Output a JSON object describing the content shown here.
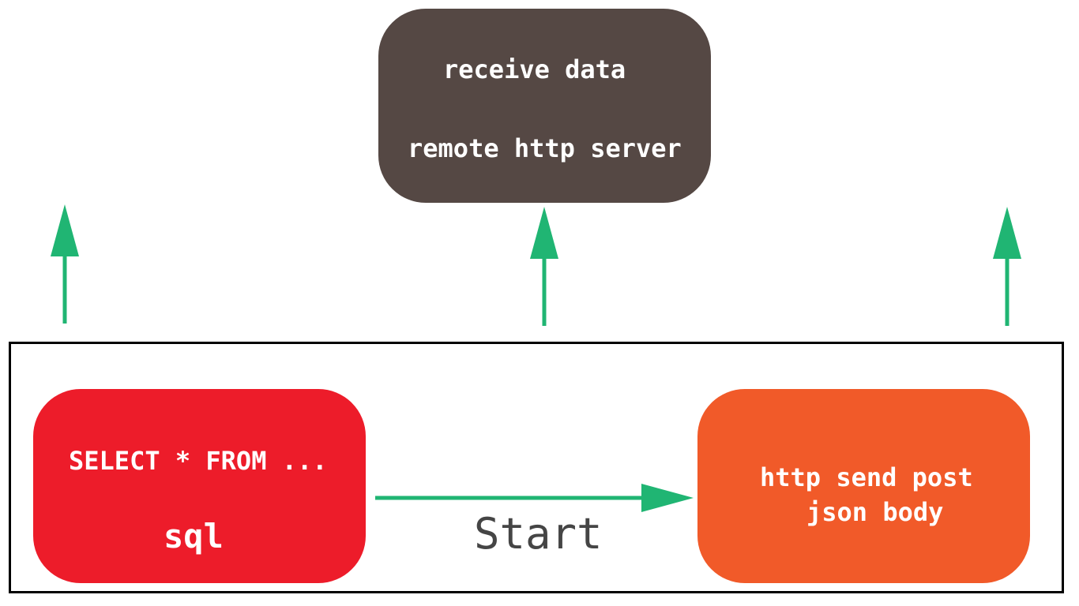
{
  "colors": {
    "server_box": "#554844",
    "sql_box": "#ed1c2a",
    "http_box": "#f15a29",
    "arrow": "#20b573",
    "frame": "#000000",
    "start_text": "#454545"
  },
  "server": {
    "line1": "receive data",
    "line2": "remote http server"
  },
  "sql": {
    "query": "SELECT * FROM ...",
    "label": "sql"
  },
  "http": {
    "line1": "http send post",
    "line2": "json body"
  },
  "flow": {
    "start_label": "Start"
  },
  "icons": {
    "upward_arrows": [
      "arrow-up-icon",
      "arrow-up-icon",
      "arrow-up-icon"
    ],
    "flow_arrow": "arrow-right-icon"
  }
}
